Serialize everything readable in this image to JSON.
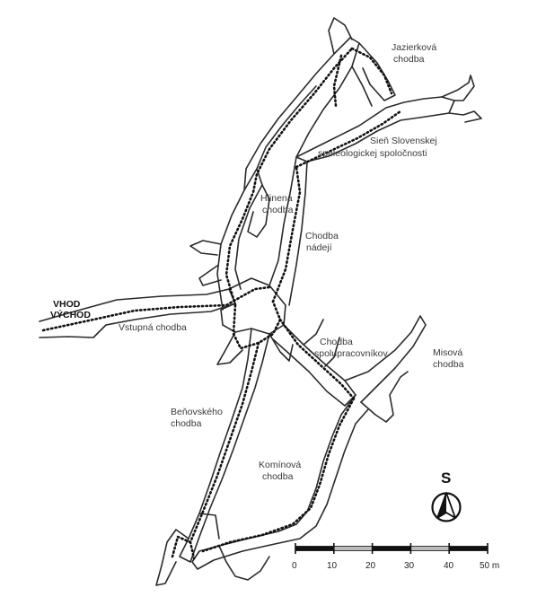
{
  "labels": {
    "entrance_1": "VHOD",
    "entrance_2": "VÝCHOD",
    "jazierkova_1": "Jazierková",
    "jazierkova_2": "chodba",
    "sien_1": "Sieň Slovenskej",
    "sien_2": "speleologickej spoločnosti",
    "hlinena_1": "Hlinená",
    "hlinena_2": "chodba",
    "nadeji_1": "Chodba",
    "nadeji_2": "nádejí",
    "vstupna": "Vstupná chodba",
    "spolu_1": "Chodba",
    "spolu_2": "spolupracovníkov",
    "misova_1": "Misová",
    "misova_2": "chodba",
    "benovskeho_1": "Beňovského",
    "benovskeho_2": "chodba",
    "kominova_1": "Komínová",
    "kominova_2": "chodba"
  },
  "north_arrow": {
    "letter": "S",
    "icon": "compass-arrow-icon"
  },
  "scale_bar": {
    "ticks": [
      "0",
      "10",
      "20",
      "30",
      "40",
      "50 m"
    ],
    "values_m": [
      0,
      10,
      20,
      30,
      40,
      50
    ]
  },
  "colors": {
    "ink": "#2a2a2a",
    "survey": "#111111",
    "label": "#3a3a3a"
  }
}
